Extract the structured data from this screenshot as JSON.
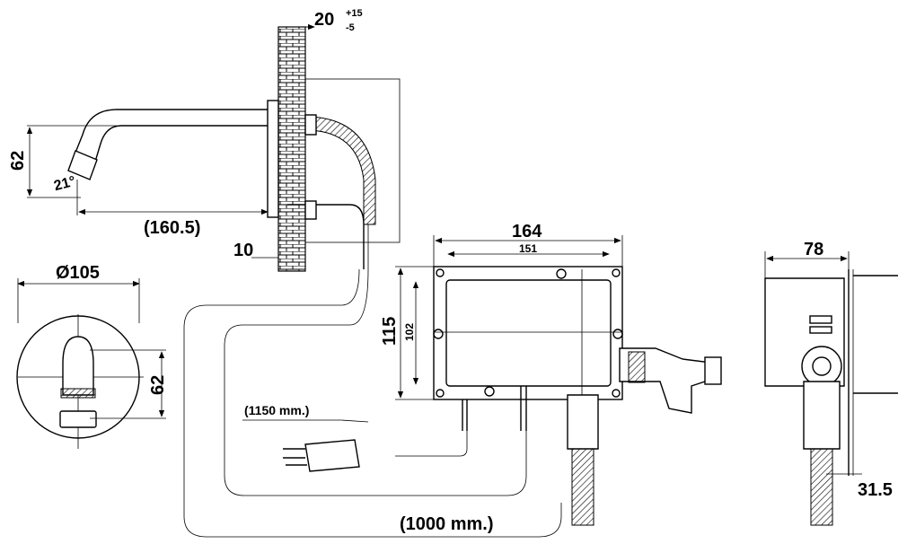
{
  "title": "Wall-mounted sensor faucet dimension drawing",
  "dimensions": {
    "wall_thickness": "20",
    "wall_tol_plus": "+15",
    "wall_tol_minus": "-5",
    "spout_height": "62",
    "spout_angle": "21°",
    "spout_reach": "(160.5)",
    "flange_gap": "10",
    "cover_diameter": "Ø105",
    "cover_height": "62",
    "box_width_outer": "164",
    "box_width_inner": "151",
    "box_height_outer": "115",
    "box_height_inner": "102",
    "power_cable_length": "(1150 mm.)",
    "sensor_cable_length": "(1000 mm.)",
    "side_depth": "78",
    "side_offset": "31.5"
  }
}
